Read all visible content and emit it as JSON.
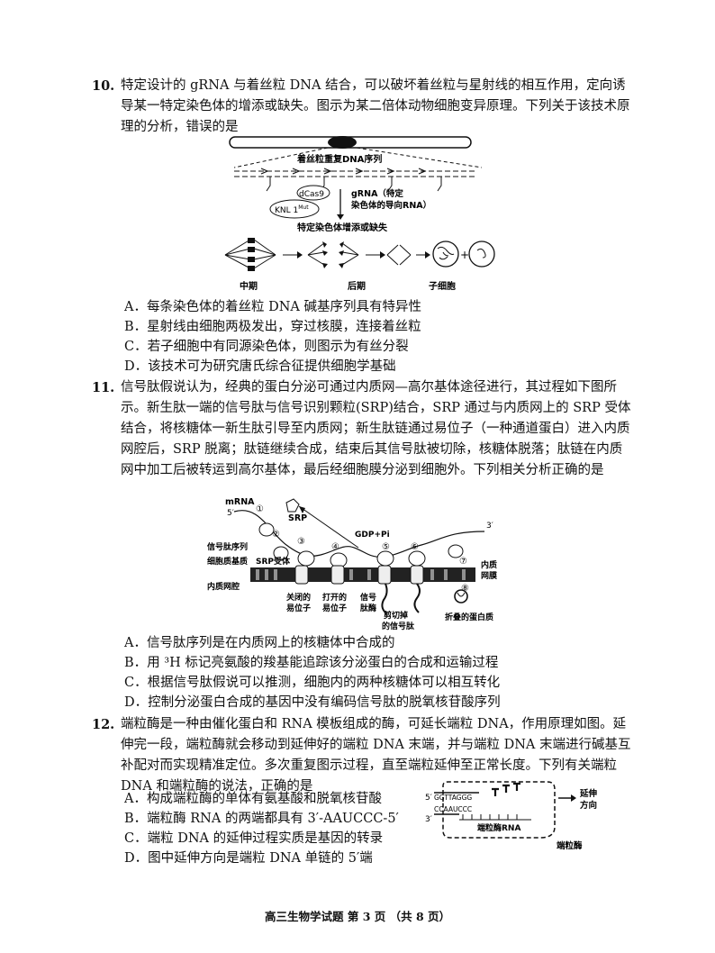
{
  "q10": {
    "number": "10.",
    "stem": "特定设计的 gRNA 与着丝粒 DNA 结合，可以破坏着丝粒与星射线的相互作用，定向诱导某一特定染色体的增添或缺失。图示为某二倍体动物细胞变异原理。下列关于该技术原理的分析，错误的是",
    "figure": {
      "label_repeat": "着丝粒重复DNA序列",
      "label_dcas9": "dCas9",
      "label_knl": "KNL 1",
      "label_knl_sup": "Mut",
      "label_grna_1": "gRNA（特定",
      "label_grna_2": "染色体的导向RNA）",
      "label_result": "特定染色体增添或缺失",
      "stage_1": "中期",
      "stage_2": "后期",
      "stage_3": "子细胞"
    },
    "options": [
      "A．每条染色体的着丝粒 DNA 碱基序列具有特异性",
      "B．星射线由细胞两极发出，穿过核膜，连接着丝粒",
      "C．若子细胞中有同源染色体，则图示为有丝分裂",
      "D．该技术可为研究唐氏综合征提供细胞学基础"
    ]
  },
  "q11": {
    "number": "11.",
    "stem": "信号肽假说认为，经典的蛋白分泌可通过内质网—高尔基体途径进行，其过程如下图所示。新生肽一端的信号肽与信号识别颗粒(SRP)结合，SRP 通过与内质网上的 SRP 受体结合，将核糖体一新生肽引导至内质网；新生肽链通过易位子（一种通道蛋白）进入内质网腔后，SRP 脱离；肽链继续合成，结束后其信号肽被切除，核糖体脱落；肽链在内质网中加工后被转运到高尔基体，最后经细胞膜分泌到细胞外。下列相关分析正确的是",
    "figure": {
      "mrna": "mRNA",
      "five_prime": "5′",
      "three_prime": "3′",
      "srp": "SRP",
      "gdp": "GDP+Pi",
      "signal_seq": "信号肽序列",
      "cytosol": "细胞质基质",
      "srp_receptor": "SRP受体",
      "er_lumen": "内质网腔",
      "er_membrane_1": "内质",
      "er_membrane_2": "网膜",
      "closed_1": "关闭的",
      "closed_2": "易位子",
      "open_1": "打开的",
      "open_2": "易位子",
      "signal_pep_1": "信号",
      "signal_pep_2": "肽酶",
      "cut_1": "剪切掉",
      "cut_2": "的信号肽",
      "folded": "折叠的蛋白质",
      "steps": [
        "①",
        "②",
        "③",
        "④",
        "⑤",
        "⑥",
        "⑦",
        "⑧"
      ]
    },
    "options": [
      "A．信号肽序列是在内质网上的核糖体中合成的",
      "B．用 ³H 标记亮氨酸的羧基能追踪该分泌蛋白的合成和运输过程",
      "C．根据信号肽假说可以推测，细胞内的两种核糖体可以相互转化",
      "D．控制分泌蛋白合成的基因中没有编码信号肽的脱氧核苷酸序列"
    ]
  },
  "q12": {
    "number": "12.",
    "stem": "端粒酶是一种由催化蛋白和 RNA 模板组成的酶，可延长端粒 DNA，作用原理如图。延伸完一段，端粒酶就会移动到延伸好的端粒 DNA 末端，并与端粒 DNA 末端进行碱基互补配对而实现精准定位。多次重复图示过程，直至端粒延伸至正常长度。下列有关端粒 DNA 和端粒酶的说法，正确的是",
    "figure": {
      "five_prime": "5′",
      "three_prime": "3′",
      "top_seq": "GGTTAGGG",
      "bottom_seq": "CCAAUCCC",
      "template": "端粒酶RNA",
      "extend_1": "延伸",
      "extend_2": "方向",
      "enzyme": "端粒酶"
    },
    "options": [
      "A．构成端粒酶的单体有氨基酸和脱氧核苷酸",
      "B．端粒酶 RNA 的两端都具有 3′-AAUCCC-5′",
      "C．端粒 DNA 的延伸过程实质是基因的转录",
      "D．图中延伸方向是端粒 DNA 单链的 5′端"
    ]
  },
  "footer": "高三生物学试题 第 3 页 （共 8 页）"
}
